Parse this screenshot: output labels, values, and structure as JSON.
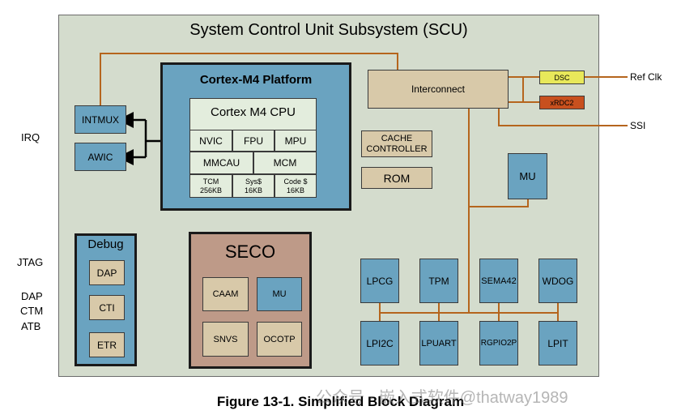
{
  "diagram": {
    "title": "System Control Unit  Subsystem (SCU)",
    "caption": "Figure 13-1. Simplified Block Diagram",
    "watermark": "公众号 · 嵌入式软件@thatway1989",
    "external": {
      "irq": "IRQ",
      "jtag": "JTAG",
      "dap": "DAP",
      "ctm": "CTM",
      "atb": "ATB",
      "ref_clk": "Ref Clk",
      "ssi": "SSI"
    },
    "intmux": "INTMUX",
    "awic": "AWIC",
    "platform": {
      "title": "Cortex-M4 Platform",
      "cpu": "Cortex M4 CPU",
      "nvic": "NVIC",
      "fpu": "FPU",
      "mpu": "MPU",
      "mmcau": "MMCAU",
      "mcm": "MCM",
      "tcm": "TCM\n256KB",
      "sys": "Sys$\n16KB",
      "code": "Code $\n16KB"
    },
    "interconnect": "Interconnect",
    "dsc": "DSC",
    "xrdc2": "xRDC2",
    "cache_controller": "CACHE\nCONTROLLER",
    "rom": "ROM",
    "mu_top": "MU",
    "debug": {
      "title": "Debug",
      "dap": "DAP",
      "cti": "CTI",
      "etr": "ETR"
    },
    "seco": {
      "title": "SECO",
      "caam": "CAAM",
      "mu": "MU",
      "snvs": "SNVS",
      "ocotp": "OCOTP"
    },
    "peripherals": {
      "lpcg": "LPCG",
      "tpm": "TPM",
      "sema42": "SEMA42",
      "wdog": "WDOG",
      "lpi2c": "LPI2C",
      "lpuart": "LPUART",
      "rgpio2p": "RGPIO2P",
      "lpit": "LPIT"
    },
    "colors": {
      "background": "#d4dccd",
      "blue_block": "#6aa3c0",
      "tan_block": "#d8c9a9",
      "seco_block": "#be9a88",
      "bus_line": "#b5651d",
      "dsc_block": "#e8e85a",
      "xrdc2_block": "#c8501e"
    }
  }
}
